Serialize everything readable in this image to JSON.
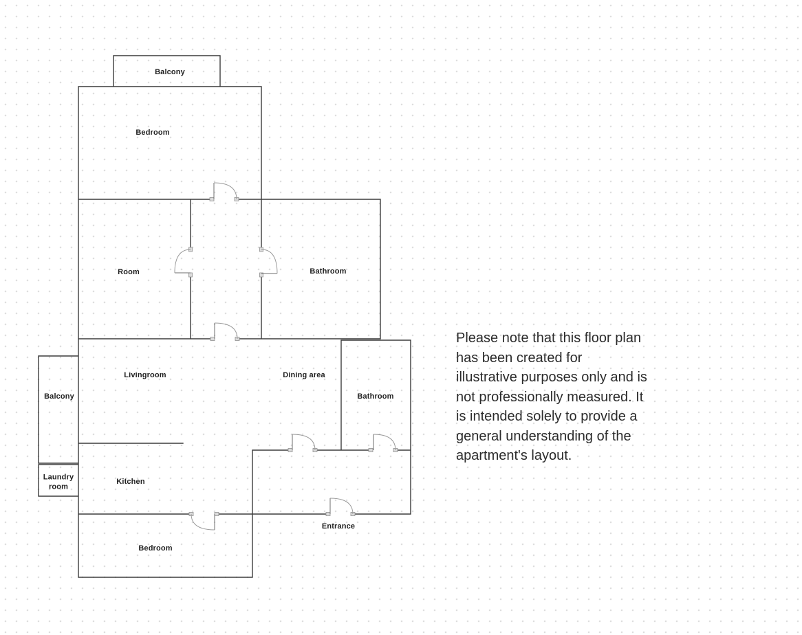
{
  "canvas": {
    "background_color": "#ffffff",
    "dot_grid_color": "#dedede"
  },
  "floorplan": {
    "wall_color": "#3c3c3c",
    "door_leaf_color": "#6e6e6e",
    "door_arc_color": "#9a9a9a",
    "door_jamb_fill": "#dcdcdc",
    "labels": {
      "balcony_top": "Balcony",
      "bedroom_top": "Bedroom",
      "room": "Room",
      "bathroom_top": "Bathroom",
      "livingroom": "Livingroom",
      "dining_area": "Dining area",
      "bathroom_right": "Bathroom",
      "balcony_left": "Balcony",
      "laundry_room": "Laundry room",
      "kitchen": "Kitchen",
      "bedroom_bottom": "Bedroom",
      "entrance": "Entrance"
    }
  },
  "note": {
    "lines": [
      "Please note that this floor plan",
      "has been created for",
      "illustrative purposes only and is",
      "not professionally measured. It",
      "is intended solely to provide a",
      "general understanding of the",
      "apartment's layout."
    ]
  }
}
